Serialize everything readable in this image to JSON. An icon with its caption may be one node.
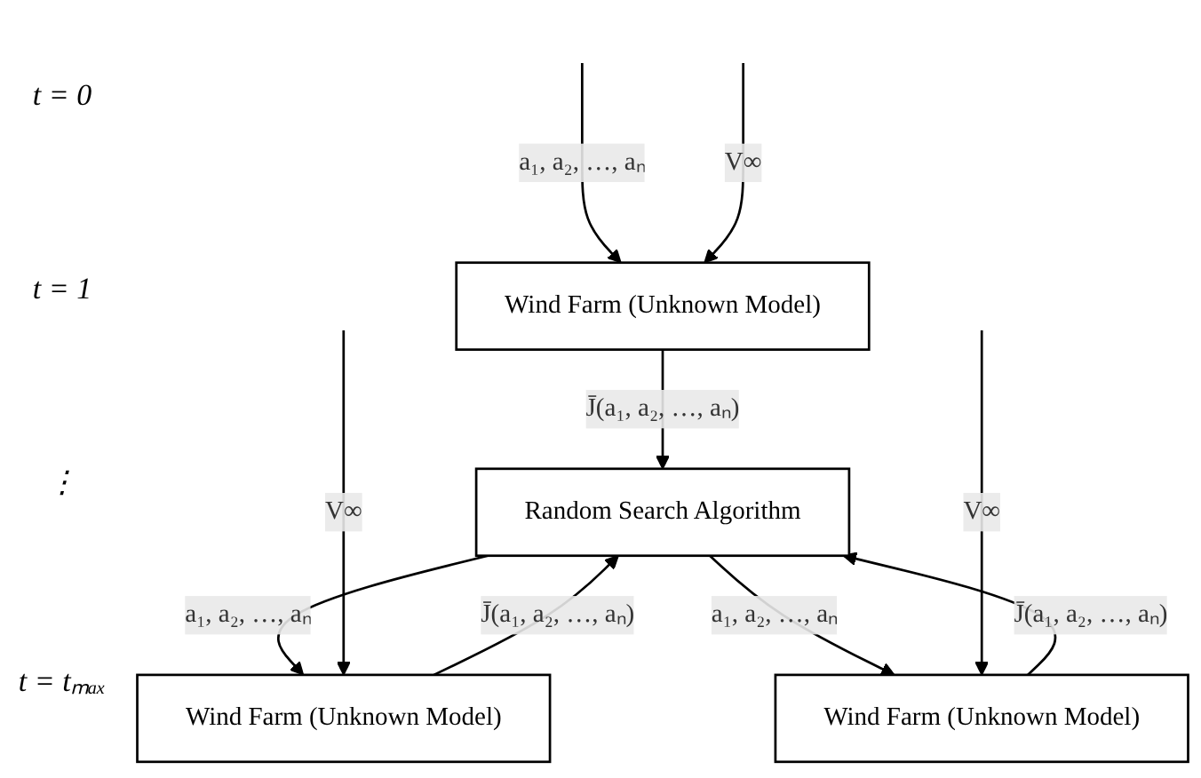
{
  "diagram": {
    "nodes": [
      {
        "text": [
          "Wind Farm (Unknown Model)"
        ]
      },
      {
        "text": [
          "Random Search Algorithm"
        ]
      },
      {
        "text": [
          "Wind Farm (Unknown Model)"
        ]
      },
      {
        "text": [
          "Wind Farm (Unknown Model)"
        ]
      }
    ],
    "edges": [
      {
        "from": null,
        "to": 0,
        "arrow": "to",
        "label": "a₁, a₂, …, aₙ"
      },
      {
        "from": null,
        "to": 0,
        "arrow": "to",
        "label": "V∞"
      },
      {
        "from": 0,
        "to": 1,
        "arrow": "to",
        "label": "J̄(a₁, a₂, …, aₙ)"
      },
      {
        "from": 1,
        "to": 2,
        "arrow": "to",
        "label": "a₁, a₂, …, aₙ"
      },
      {
        "from": null,
        "to": 2,
        "arrow": "to",
        "label": "V∞"
      },
      {
        "from": 2,
        "to": 1,
        "arrow": "to",
        "label": "J̄(a₁, a₂, …, aₙ)"
      },
      {
        "from": 1,
        "to": 3,
        "arrow": "to",
        "label": "a₁, a₂, …, aₙ"
      },
      {
        "from": null,
        "to": 3,
        "arrow": "to",
        "label": "V∞"
      },
      {
        "from": 3,
        "to": 1,
        "arrow": "to",
        "label": "J̄(a₁, a₂, …, aₙ)"
      }
    ],
    "labels": [
      "t = 0",
      "t = 1",
      "⋮",
      "t = tₘₐₓ"
    ]
  }
}
